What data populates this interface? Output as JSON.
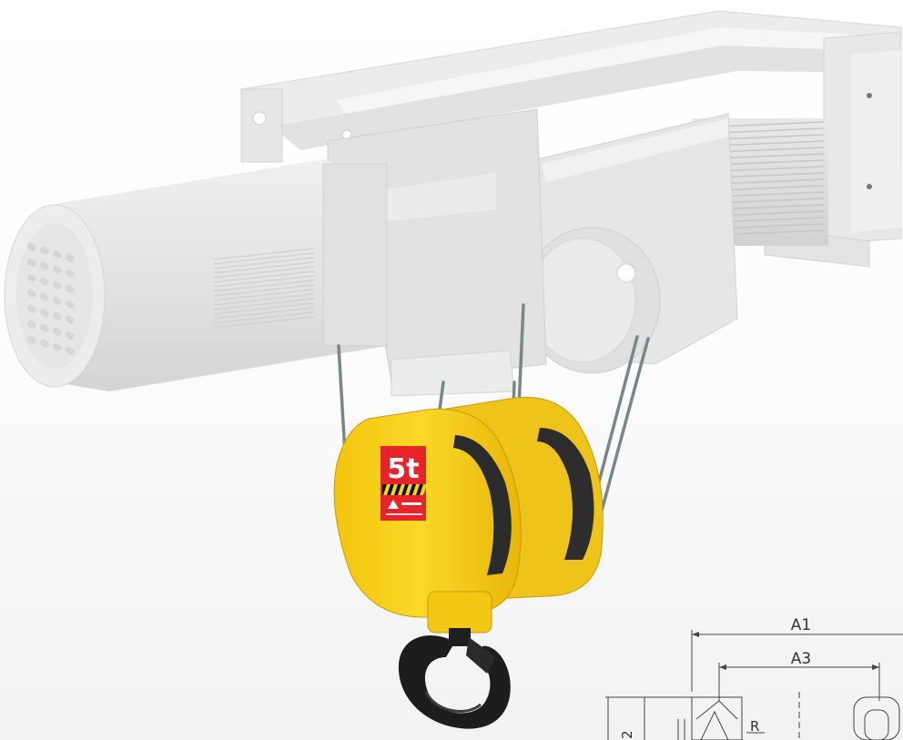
{
  "product": {
    "capacity_label": "5t",
    "warning_glyph": "warning-triangle-icon"
  },
  "drawing": {
    "dimension_a1": "A1",
    "dimension_a3": "A3",
    "dimension_r": "R",
    "dimension_side": "2"
  },
  "colors": {
    "body_gray": "#e4e4e4",
    "hook_block_yellow": "#f7d21c",
    "hook_black": "#1d1d1d",
    "label_red": "#e8242b"
  }
}
